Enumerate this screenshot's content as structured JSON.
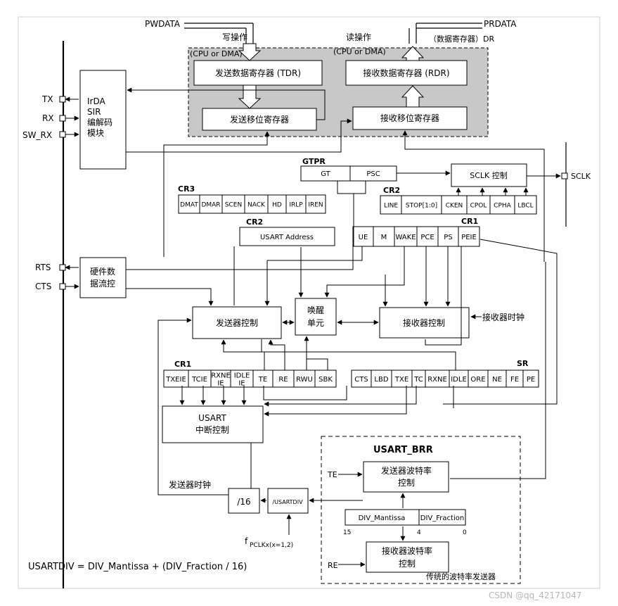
{
  "buses": {
    "pwdata": "PWDATA",
    "prdata": "PRDATA",
    "write_op": "写操作",
    "read_op": "读操作",
    "dr": "（数据寄存器）DR",
    "cpu_dma_left": "(CPU or DMA)",
    "cpu_dma_right": "(CPU or DMA)"
  },
  "registers": {
    "tdr": "发送数据寄存器 (TDR)",
    "rdr": "接收数据寄存器 (RDR)",
    "tx_shift": "发送移位寄存器",
    "rx_shift": "接收移位寄存器"
  },
  "irda": {
    "lines": [
      "IrDA",
      "SIR",
      "编解码",
      "模块"
    ]
  },
  "pins": {
    "tx": "TX",
    "rx": "RX",
    "sw_rx": "SW_RX",
    "rts": "RTS",
    "cts": "CTS",
    "sclk": "SCLK"
  },
  "gtpr": {
    "title": "GTPR",
    "gt": "GT",
    "psc": "PSC"
  },
  "sclk_ctrl": "SCLK 控制",
  "cr3": {
    "title": "CR3",
    "bits": [
      "DMAT",
      "DMAR",
      "SCEN",
      "NACK",
      "HD",
      "IRLP",
      "IREN"
    ]
  },
  "cr2_top": {
    "title": "CR2",
    "bits": [
      "LINE",
      "STOP[1:0]",
      "CKEN",
      "CPOL",
      "CPHA",
      "LBCL"
    ]
  },
  "cr2_addr": {
    "title": "CR2",
    "label": "USART Address"
  },
  "cr1_top": {
    "title": "CR1",
    "bits": [
      "UE",
      "M",
      "WAKE",
      "PCE",
      "PS",
      "PEIE"
    ]
  },
  "flow_ctrl": {
    "lines": [
      "硬件数",
      "据流控"
    ]
  },
  "tx_ctrl": "发送器控制",
  "wakeup": {
    "lines": [
      "唤醒",
      "单元"
    ]
  },
  "rx_ctrl": "接收器控制",
  "rx_clock": "接收器时钟",
  "cr1_bottom": {
    "title": "CR1",
    "bits": [
      "TXEIE",
      "TCIE",
      "RXNE IE",
      "IDLE IE",
      "TE",
      "RE",
      "RWU",
      "SBK"
    ]
  },
  "sr": {
    "title": "SR",
    "bits": [
      "CTS",
      "LBD",
      "TXE",
      "TC",
      "RXNE",
      "IDLE",
      "ORE",
      "NE",
      "FE",
      "PE"
    ]
  },
  "irq_ctrl": {
    "lines": [
      "USART",
      "中断控制"
    ]
  },
  "brr": {
    "title": "USART_BRR",
    "te": "TE",
    "re": "RE",
    "tx_baud": [
      "发送器波特率",
      "控制"
    ],
    "rx_baud": [
      "接收器波特率",
      "控制"
    ],
    "mantissa": "DIV_Mantissa",
    "fraction": "DIV_Fraction",
    "bit15": "15",
    "bit4": "4",
    "bit0": "0",
    "footer": "传统的波特率发送器"
  },
  "tx_clock": "发送器时钟",
  "div16": "/16",
  "usartdiv": "/USARTDIV",
  "fpclk": {
    "main": "f",
    "sub": "PCLKx(x=1,2)"
  },
  "formula": "USARTDIV = DIV_Mantissa + (DIV_Fraction / 16)",
  "watermark": "CSDN @qq_42171047",
  "colors": {
    "shade": "#c8c8c8",
    "line": "#000000",
    "watermark": "#b8b8b8"
  }
}
